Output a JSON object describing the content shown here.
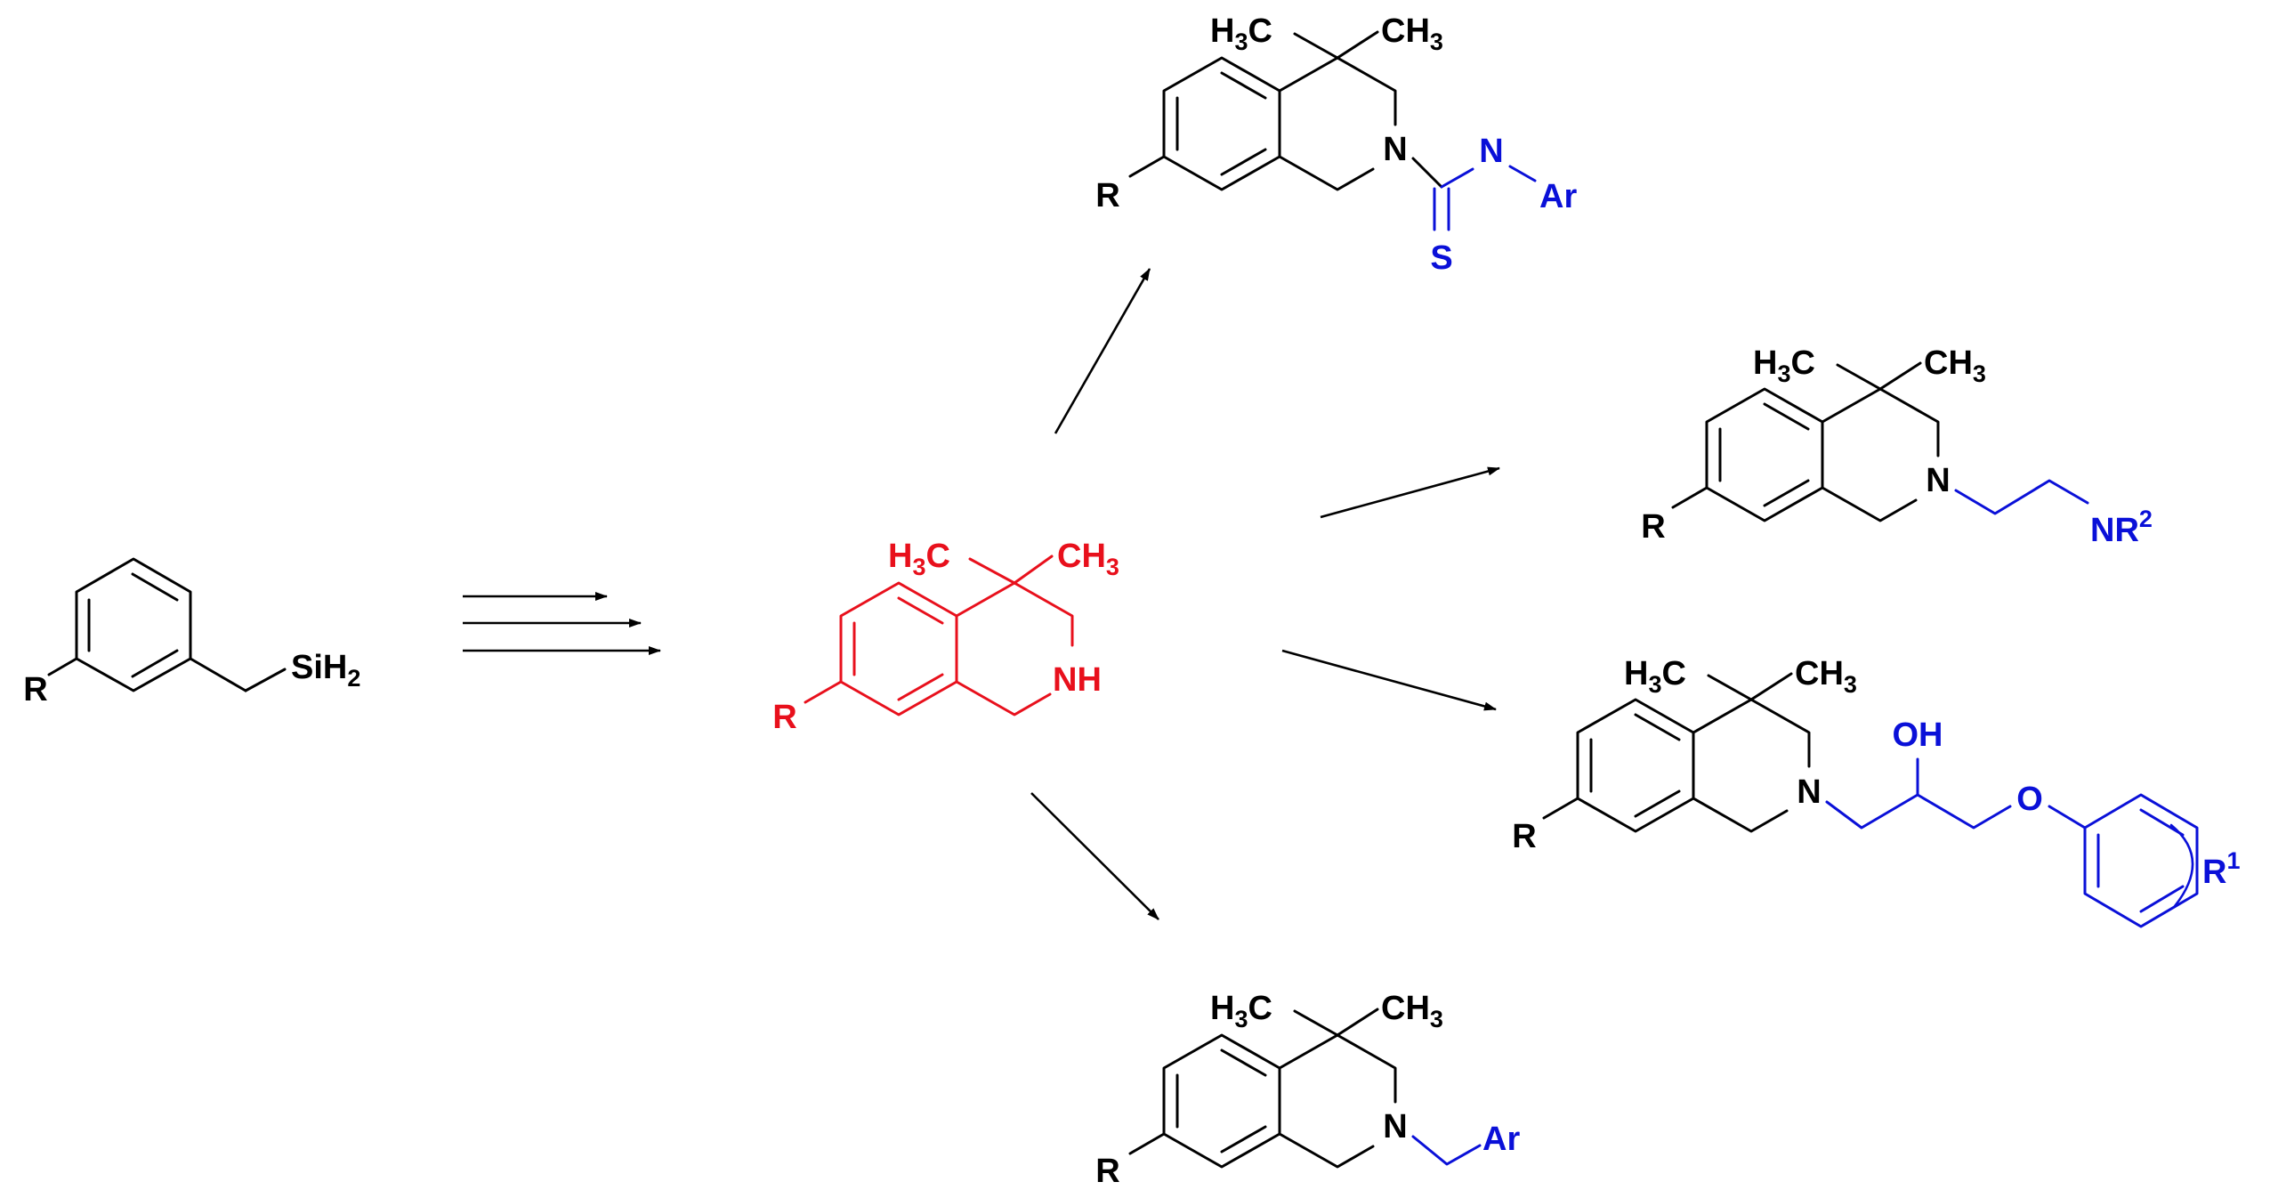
{
  "colors": {
    "black": "#000000",
    "red": "#e8101c",
    "blue": "#0a10d8"
  },
  "labels": {
    "R": "R",
    "Si": "SiH",
    "two": "2",
    "H": "H",
    "three": "3",
    "C": "C",
    "CH": "CH",
    "NH": "NH",
    "N": "N",
    "S": "S",
    "Ar": "Ar",
    "NR": "NR",
    "OH": "OH",
    "O": "O",
    "one": "1"
  }
}
